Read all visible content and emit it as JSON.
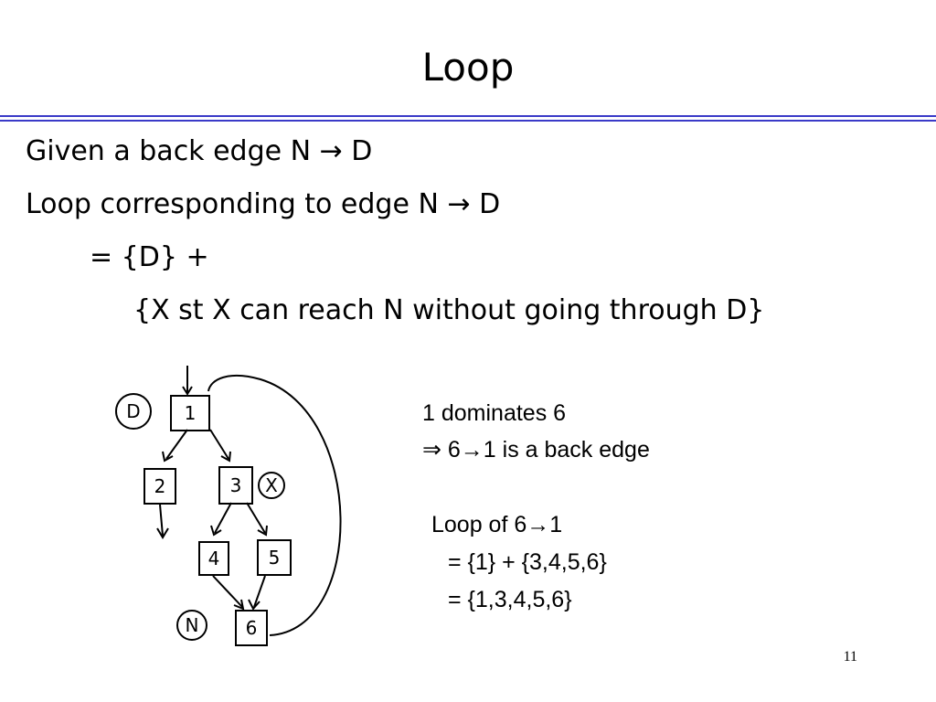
{
  "slide": {
    "title": "Loop",
    "page_number": "11"
  },
  "body": {
    "line1": "Given a back edge N → D",
    "line2": "Loop corresponding to edge N → D",
    "line3": "=  {D} +",
    "line4": "{X st X can reach N without going through D}"
  },
  "side": {
    "line1": "1 dominates 6",
    "line2": "⇒  6→1 is a back edge",
    "line3": "Loop of 6→1",
    "line4": "= {1} + {3,4,5,6}",
    "line5": "= {1,3,4,5,6}"
  },
  "diagram": {
    "nodes": [
      "1",
      "2",
      "3",
      "4",
      "5",
      "6"
    ],
    "circle_labels": {
      "d": "D",
      "x": "X",
      "n": "N"
    }
  }
}
